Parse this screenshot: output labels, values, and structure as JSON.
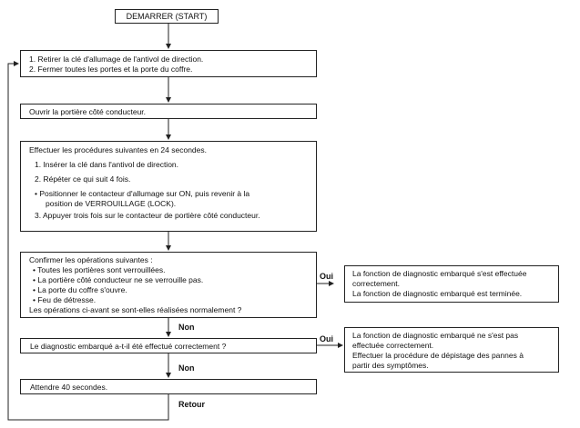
{
  "start_label": "DEMARRER (START)",
  "step1": {
    "lines": [
      "1. Retirer la clé d'allumage de l'antivol de direction.",
      "2. Fermer toutes les portes et la porte du coffre."
    ]
  },
  "step2": {
    "text": "Ouvrir la portière côté conducteur."
  },
  "step3": {
    "heading": "Effectuer les procédures suivantes en 24 secondes.",
    "item1": "1. Insérer la clé dans l'antivol de direction.",
    "item2": "2. Répéter ce qui suit 4 fois.",
    "bullet_a": "• Positionner le contacteur d'allumage sur ON, puis revenir à la",
    "bullet_b": "position de VERROUILLAGE (LOCK).",
    "item3": "3. Appuyer trois fois sur le contacteur de portière côté conducteur."
  },
  "step4": {
    "heading": "Confirmer les opérations suivantes :",
    "bullets": [
      "• Toutes les portières sont verrouillées.",
      "• La portière côté conducteur ne se verrouille pas.",
      "• La porte du coffre s'ouvre.",
      "• Feu de détresse."
    ],
    "question": "Les opérations ci-avant se sont-elles réalisées normalement ?"
  },
  "step5": {
    "text": "Le diagnostic embarqué a-t-il été effectué correctement ?"
  },
  "step6": {
    "text": "Attendre 40 secondes."
  },
  "side1": {
    "lines": [
      "La fonction de diagnostic embarqué s'est effectuée",
      "correctement.",
      "La fonction de diagnostic embarqué est terminée."
    ]
  },
  "side2": {
    "lines": [
      "La fonction de diagnostic embarqué ne s'est pas",
      "effectuée correctement.",
      "Effectuer la procédure de dépistage des pannes à",
      "partir des symptômes."
    ]
  },
  "labels": {
    "oui1": "Oui",
    "non1": "Non",
    "oui2": "Oui",
    "non2": "Non",
    "retour": "Retour"
  }
}
